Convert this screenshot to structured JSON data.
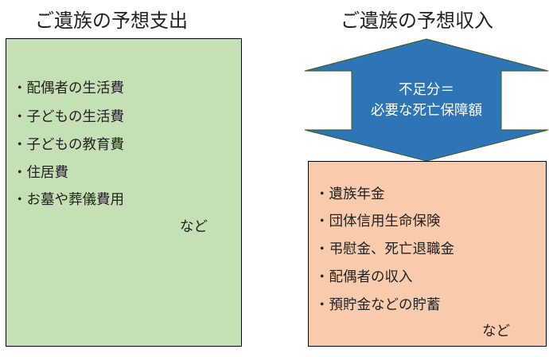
{
  "left": {
    "title": "ご遺族の予想支出",
    "items": [
      "・配偶者の生活費",
      "・子どもの生活費",
      "・子どもの教育費",
      "・住居費",
      "・お墓や葬儀費用"
    ],
    "etc": "など"
  },
  "right": {
    "title": "ご遺族の予想収入",
    "items": [
      "・遺族年金",
      "・団体信用生命保険",
      "・弔慰金、死亡退職金",
      "・配偶者の収入",
      "・預貯金などの貯蓄"
    ],
    "etc": "など"
  },
  "arrow": {
    "line1": "不足分＝",
    "line2": "必要な死亡保障額"
  },
  "colors": {
    "green": "#c5e0b4",
    "orange": "#f8cbad",
    "blue": "#2e75b6"
  }
}
